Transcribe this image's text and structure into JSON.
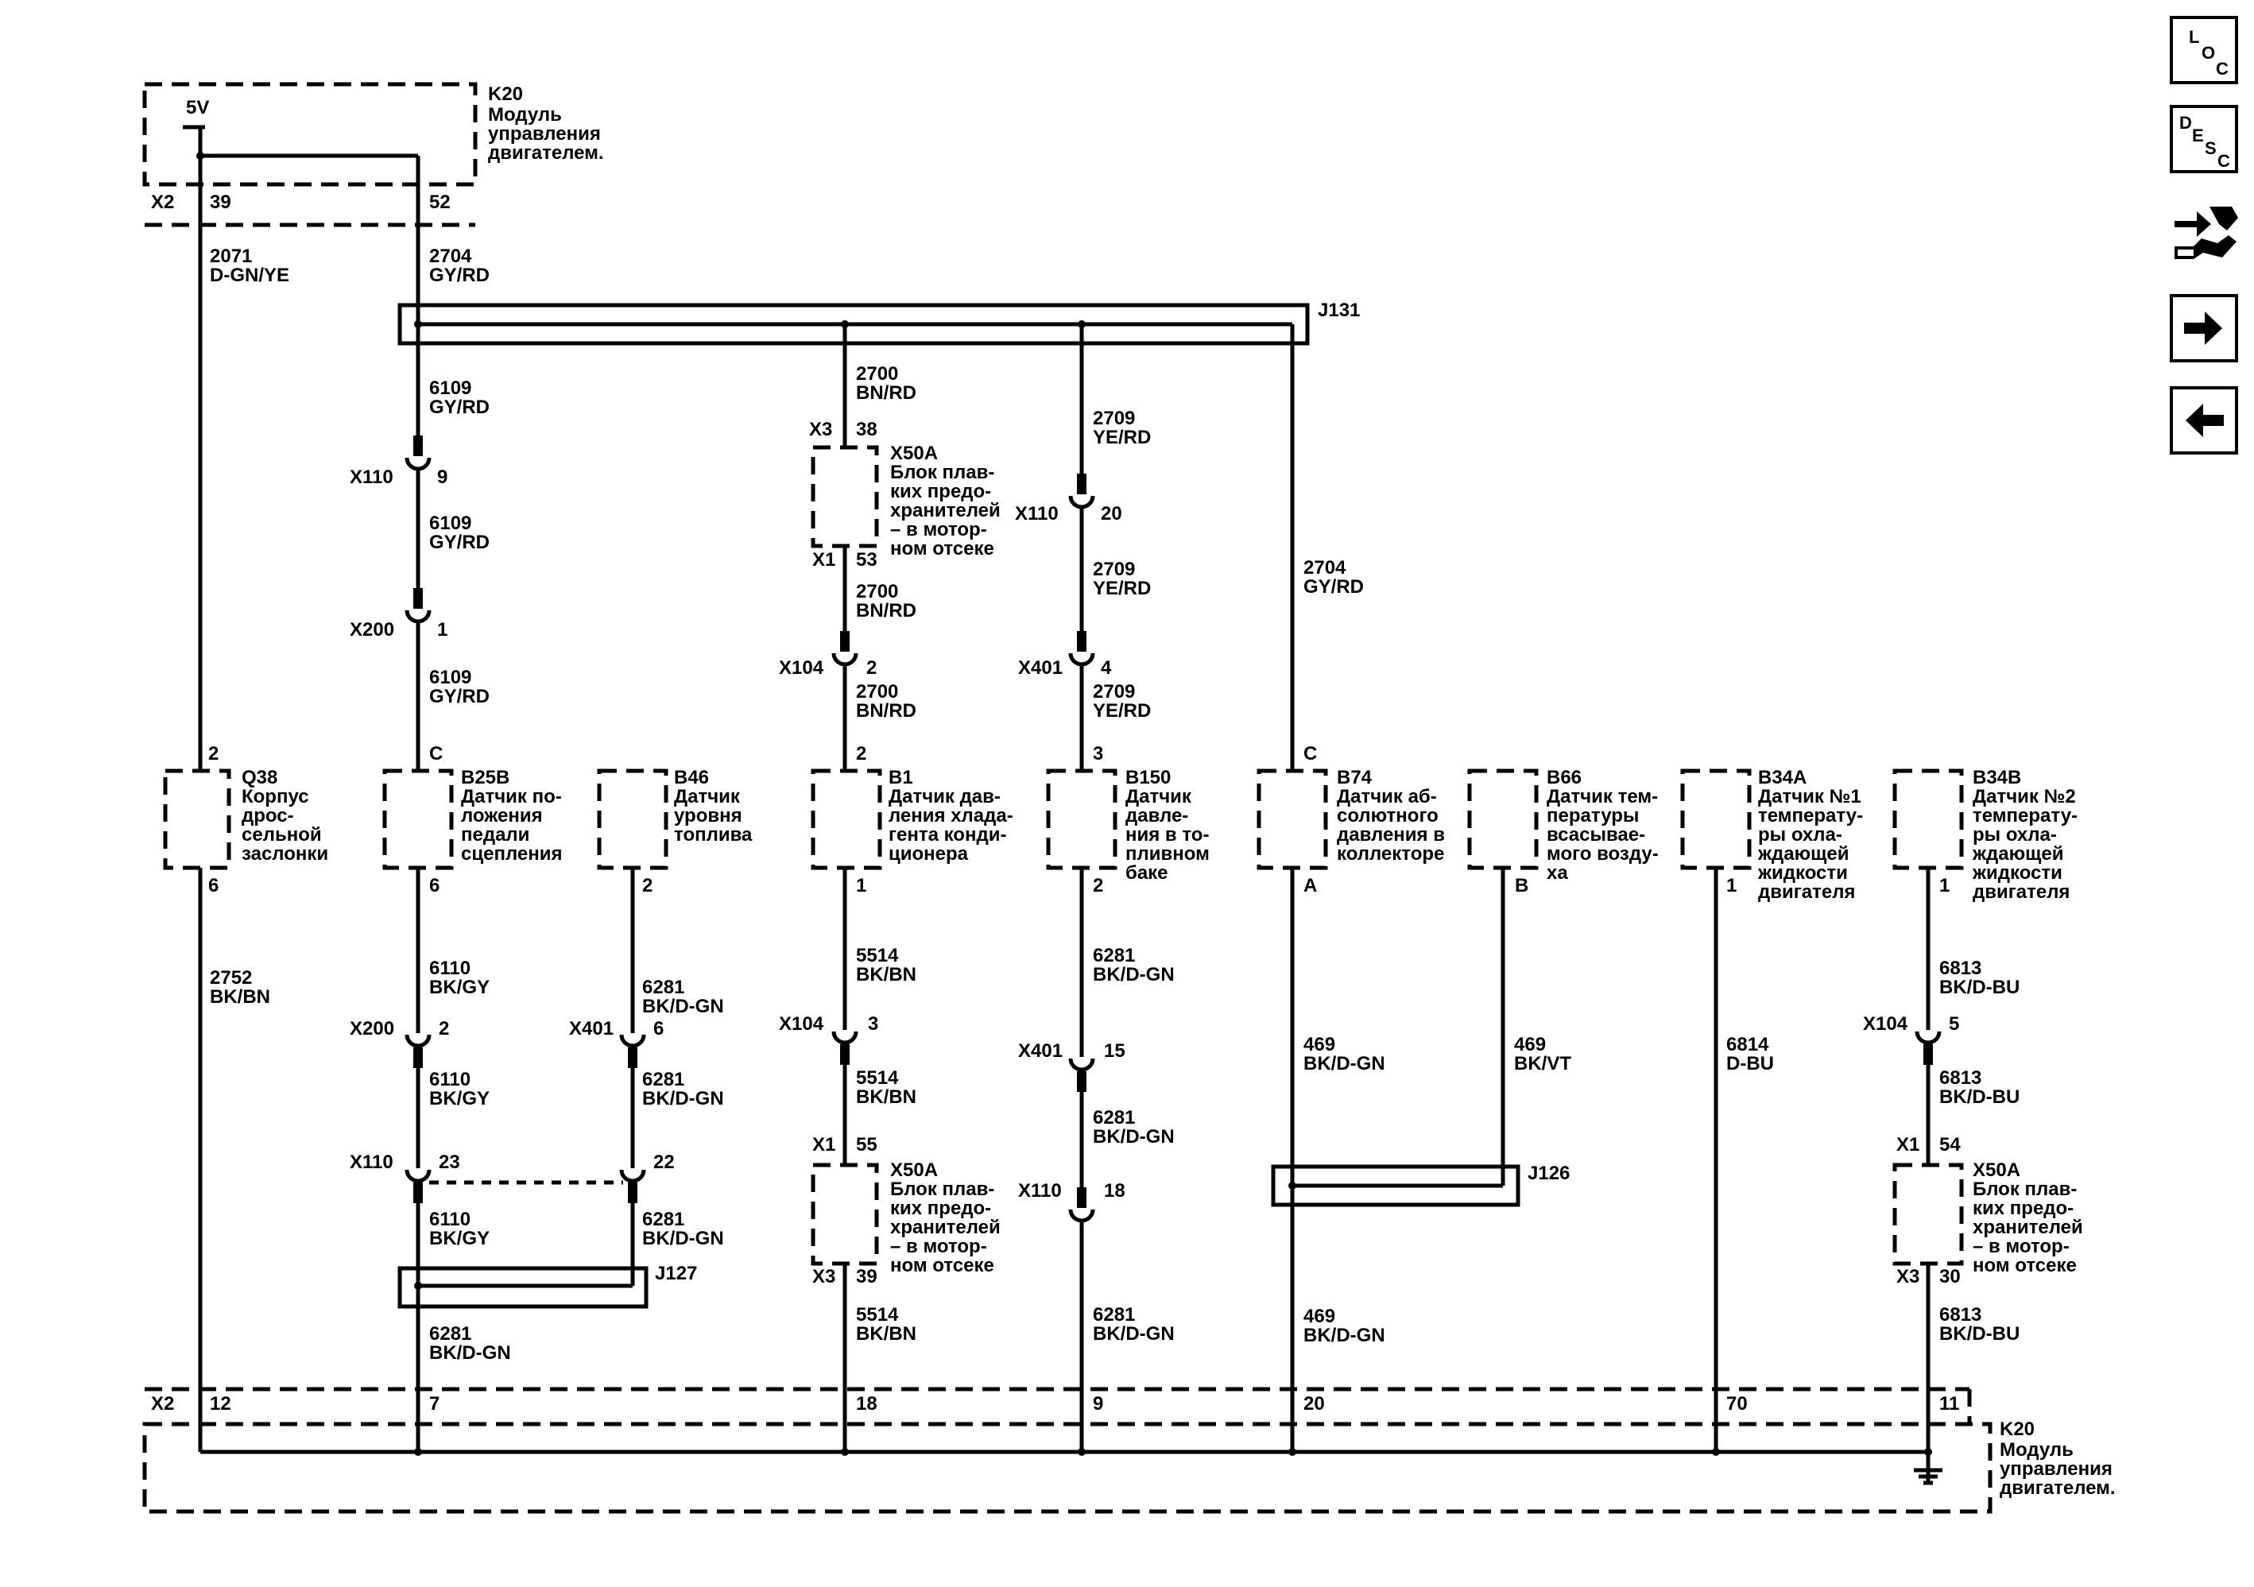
{
  "diagram": {
    "k20_top": {
      "id": "K20",
      "lines": [
        "Модуль",
        "управления",
        "двигателем."
      ],
      "voltage": "5V",
      "connector": "X2",
      "pin_a": "39",
      "pin_b": "52"
    },
    "k20_bottom": {
      "id": "K20",
      "lines": [
        "Модуль",
        "управления",
        "двигателем."
      ],
      "connector": "X2",
      "pins": [
        "12",
        "7",
        "18",
        "9",
        "20",
        "70",
        "11"
      ]
    },
    "splices": {
      "j131": "J131",
      "j126": "J126",
      "j127": "J127"
    },
    "wires": {
      "w2071": [
        "2071",
        "D-GN/YE"
      ],
      "w2704a": [
        "2704",
        "GY/RD"
      ],
      "w2704b": [
        "2704",
        "GY/RD"
      ],
      "w6109a": [
        "6109",
        "GY/RD"
      ],
      "w6109b": [
        "6109",
        "GY/RD"
      ],
      "w6109c": [
        "6109",
        "GY/RD"
      ],
      "w2700a": [
        "2700",
        "BN/RD"
      ],
      "w2700b": [
        "2700",
        "BN/RD"
      ],
      "w2700c": [
        "2700",
        "BN/RD"
      ],
      "w2709a": [
        "2709",
        "YE/RD"
      ],
      "w2709b": [
        "2709",
        "YE/RD"
      ],
      "w2709c": [
        "2709",
        "YE/RD"
      ],
      "w2752": [
        "2752",
        "BK/BN"
      ],
      "w6110a": [
        "6110",
        "BK/GY"
      ],
      "w6110b": [
        "6110",
        "BK/GY"
      ],
      "w6110c": [
        "6110",
        "BK/GY"
      ],
      "w6281a": [
        "6281",
        "BK/D-GN"
      ],
      "w6281b": [
        "6281",
        "BK/D-GN"
      ],
      "w6281c": [
        "6281",
        "BK/D-GN"
      ],
      "w6281d": [
        "6281",
        "BK/D-GN"
      ],
      "w6281e": [
        "6281",
        "BK/D-GN"
      ],
      "w6281f": [
        "6281",
        "BK/D-GN"
      ],
      "w6281g": [
        "6281",
        "BK/D-GN"
      ],
      "w5514a": [
        "5514",
        "BK/BN"
      ],
      "w5514b": [
        "5514",
        "BK/BN"
      ],
      "w5514c": [
        "5514",
        "BK/BN"
      ],
      "w469a": [
        "469",
        "BK/D-GN"
      ],
      "w469b": [
        "469",
        "BK/VT"
      ],
      "w469c": [
        "469",
        "BK/D-GN"
      ],
      "w6814": [
        "6814",
        "D-BU"
      ],
      "w6813a": [
        "6813",
        "BK/D-BU"
      ],
      "w6813b": [
        "6813",
        "BK/D-BU"
      ],
      "w6813c": [
        "6813",
        "BK/D-BU"
      ]
    },
    "connectors": {
      "c_x110_9": [
        "X110",
        "9"
      ],
      "c_x200_1": [
        "X200",
        "1"
      ],
      "c_x3_38": [
        "X3",
        "38"
      ],
      "c_x1_53": [
        "X1",
        "53"
      ],
      "c_x104_2": [
        "X104",
        "2"
      ],
      "c_x110_20": [
        "X110",
        "20"
      ],
      "c_x401_4": [
        "X401",
        "4"
      ],
      "c_x200_2": [
        "X200",
        "2"
      ],
      "c_x401_6": [
        "X401",
        "6"
      ],
      "c_x110_23": [
        "X110",
        "23"
      ],
      "c_x110_22": [
        "",
        "22"
      ],
      "c_x104_3": [
        "X104",
        "3"
      ],
      "c_x1_55": [
        "X1",
        "55"
      ],
      "c_x3_39": [
        "X3",
        "39"
      ],
      "c_x401_15": [
        "X401",
        "15"
      ],
      "c_x110_18": [
        "X110",
        "18"
      ],
      "c_x104_5": [
        "X104",
        "5"
      ],
      "c_x1_54": [
        "X1",
        "54"
      ],
      "c_x3_30": [
        "X3",
        "30"
      ]
    },
    "fuse_block": {
      "id": "X50A",
      "lines": [
        "Блок плав-",
        "ких предо-",
        "хранителей",
        "– в мотор-",
        "ном отсеке"
      ]
    },
    "components": {
      "q38": {
        "id": "Q38",
        "lines": [
          "Корпус",
          "дрос-",
          "сельной",
          "заслонки"
        ],
        "pin_top": "2",
        "pin_bot": "6"
      },
      "b25b": {
        "id": "B25B",
        "lines": [
          "Датчик по-",
          "ложения",
          "педали",
          "сцепления"
        ],
        "pin_top": "C",
        "pin_bot": "6"
      },
      "b46": {
        "id": "B46",
        "lines": [
          "Датчик",
          "уровня",
          "топлива"
        ],
        "pin_top": "",
        "pin_bot": "2"
      },
      "b1": {
        "id": "B1",
        "lines": [
          "Датчик дав-",
          "ления хлада-",
          "гента конди-",
          "ционера"
        ],
        "pin_top": "2",
        "pin_bot": "1"
      },
      "b150": {
        "id": "B150",
        "lines": [
          "Датчик",
          "давле-",
          "ния в то-",
          "пливном",
          "баке"
        ],
        "pin_top": "3",
        "pin_bot": "2"
      },
      "b74": {
        "id": "B74",
        "lines": [
          "Датчик аб-",
          "солютного",
          "давления в",
          "коллекторе"
        ],
        "pin_top": "C",
        "pin_bot": "A"
      },
      "b66": {
        "id": "B66",
        "lines": [
          "Датчик тем-",
          "пературы",
          "всасывае-",
          "мого возду-",
          "ха"
        ],
        "pin_top": "",
        "pin_bot": "B"
      },
      "b34a": {
        "id": "B34A",
        "lines": [
          "Датчик №1",
          "температу-",
          "ры охла-",
          "ждающей",
          "жидкости",
          "двигателя"
        ],
        "pin_top": "",
        "pin_bot": "1"
      },
      "b34b": {
        "id": "B34B",
        "lines": [
          "Датчик №2",
          "температу-",
          "ры охла-",
          "ждающей",
          "жидкости",
          "двигателя"
        ],
        "pin_top": "",
        "pin_bot": "1"
      }
    }
  },
  "toolbar": {
    "loc": {
      "l": "L",
      "o": "O",
      "c": "C"
    },
    "desc": {
      "d": "D",
      "e": "E",
      "s": "S",
      "c": "C"
    },
    "icons": [
      "loc-icon",
      "desc-icon",
      "connector-tool-icon",
      "next-arrow-icon",
      "prev-arrow-icon"
    ]
  }
}
